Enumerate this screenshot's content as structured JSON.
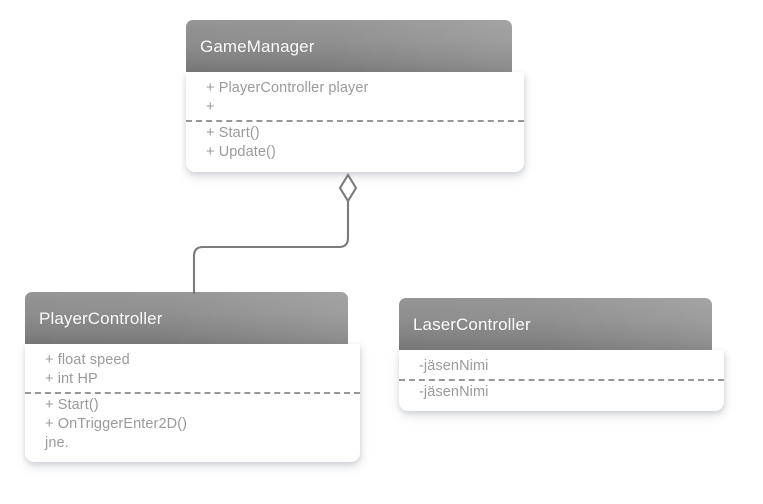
{
  "diagram": {
    "type": "uml-class-diagram",
    "background_color": "#ffffff",
    "header_color": "#8b8b8b",
    "text_color": "#9a9a9a",
    "title_color": "#ffffff",
    "line_color": "#7b7b7b"
  },
  "classes": [
    {
      "id": "gamemanager",
      "name": "GameManager",
      "attributes": [
        "+ PlayerController player",
        "+"
      ],
      "methods": [
        "+ Start()",
        "+ Update()"
      ]
    },
    {
      "id": "playercontroller",
      "name": "PlayerController",
      "attributes": [
        "+ float speed",
        "+ int HP"
      ],
      "methods": [
        "+ Start()",
        "+ OnTriggerEnter2D()",
        "jne."
      ]
    },
    {
      "id": "lasercontroller",
      "name": "LaserController",
      "attributes": [
        "-jäsenNimi"
      ],
      "methods": [
        "-jäsenNimi"
      ]
    }
  ],
  "relationships": [
    {
      "id": "aggregation-gamemanager-playercontroller",
      "kind": "aggregation",
      "from": "gamemanager",
      "to": "playercontroller",
      "marker": "hollow-diamond"
    }
  ]
}
